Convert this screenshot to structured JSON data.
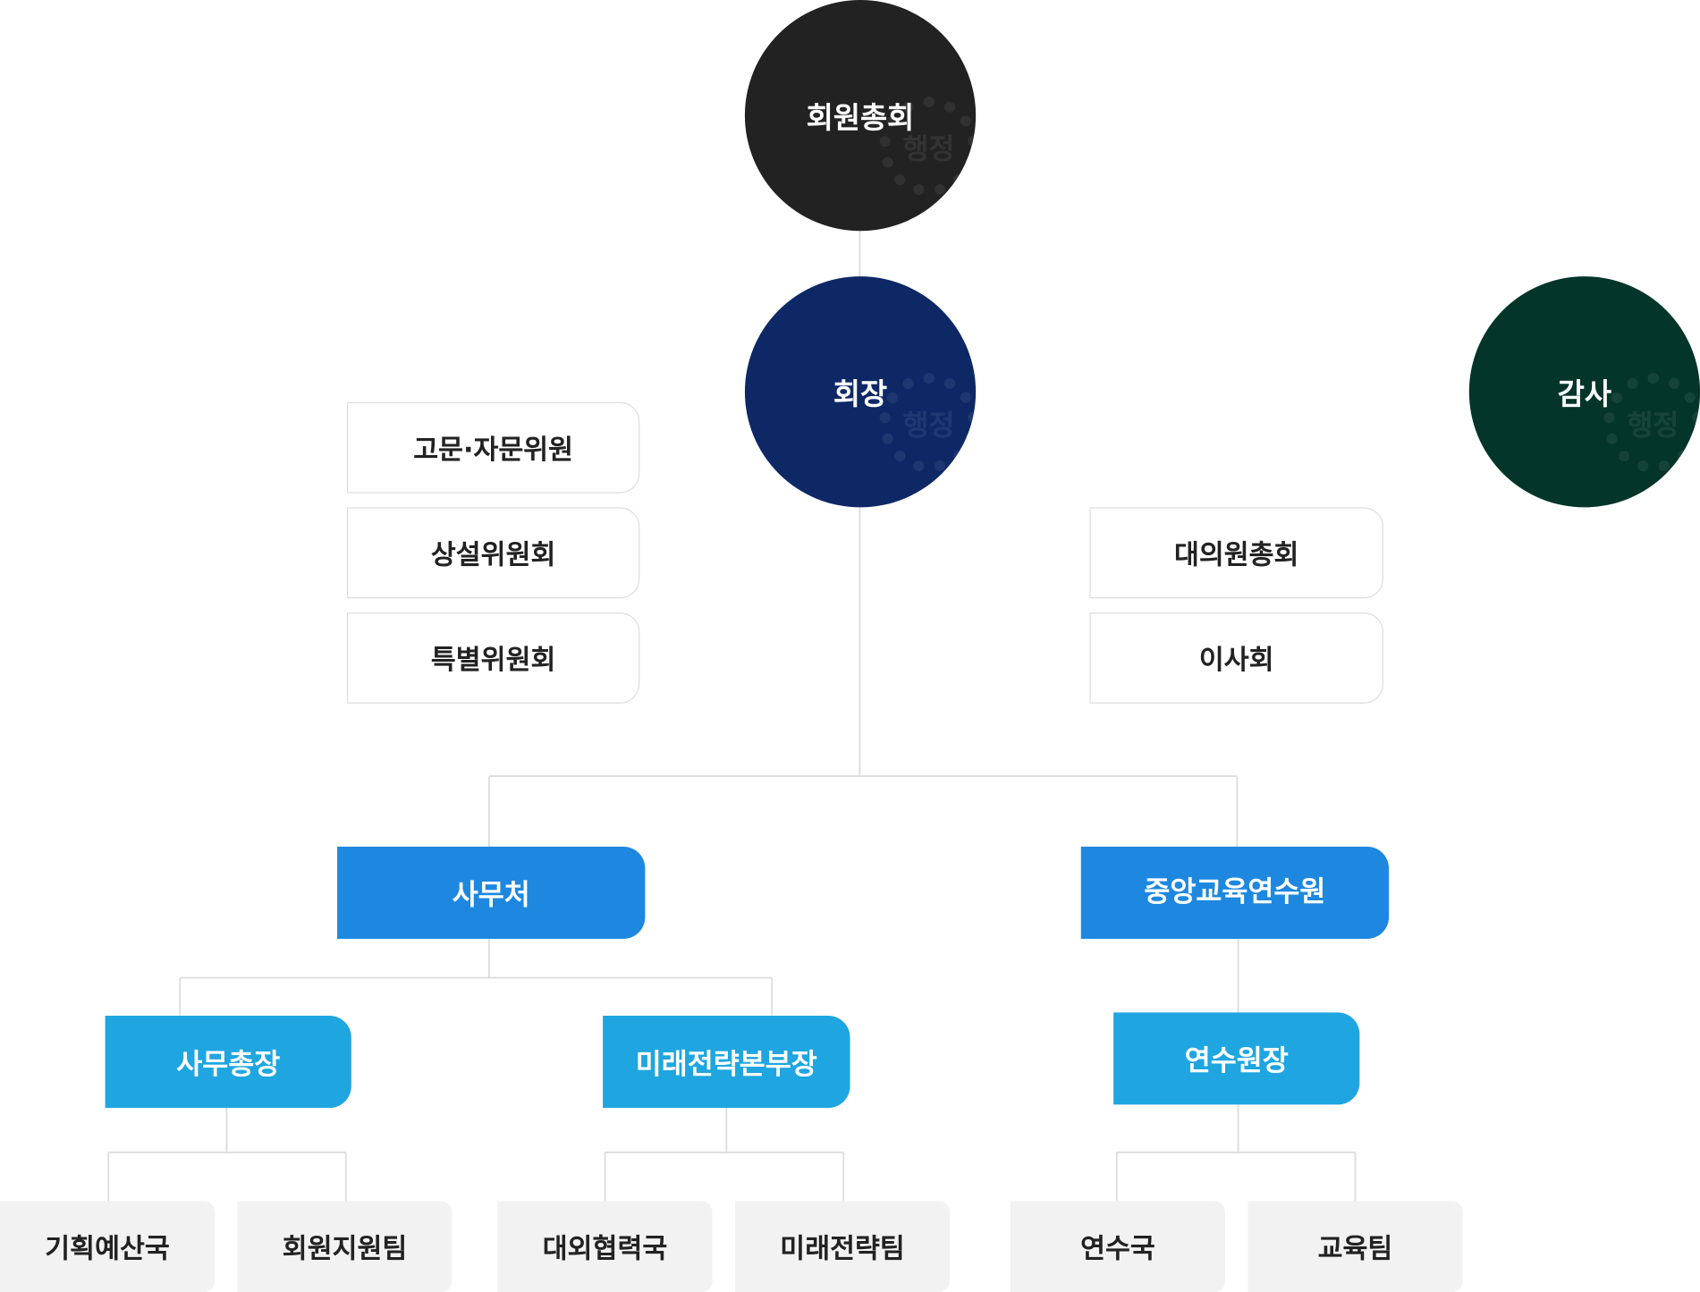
{
  "top": {
    "general_assembly": "회원총회",
    "president": "회장",
    "auditor": "감사",
    "seal_text": "행정"
  },
  "left_committees": [
    "고문·자문위원",
    "상설위원회",
    "특별위원회"
  ],
  "right_committees": [
    "대의원총회",
    "이사회"
  ],
  "departments": {
    "secretariat": "사무처",
    "institute": "중앙교육연수원"
  },
  "heads": {
    "secretary_general": "사무총장",
    "future_strategy_head": "미래전략본부장",
    "training_director": "연수원장"
  },
  "teams": {
    "planning_budget": "기획예산국",
    "member_support": "회원지원팀",
    "external_cooperation": "대외협력국",
    "future_strategy": "미래전략팀",
    "training_bureau": "연수국",
    "education_team": "교육팀"
  },
  "colors": {
    "general_assembly": "#222222",
    "president": "#0e2866",
    "auditor": "#04352a",
    "department": "#1e88e0",
    "head": "#1fa6e0",
    "team": "#f2f2f2",
    "connector": "#dcdcdc"
  }
}
